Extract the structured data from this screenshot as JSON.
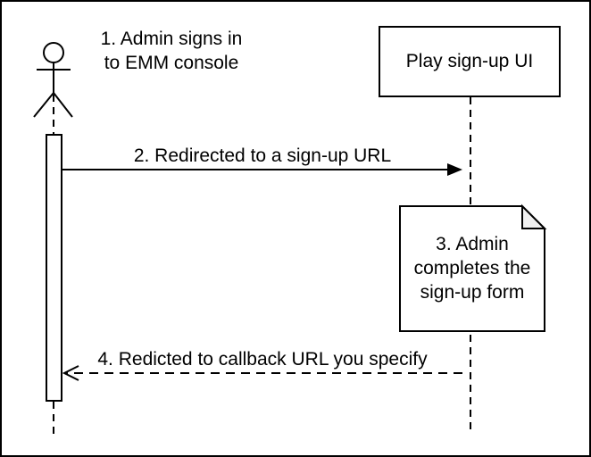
{
  "diagram_type": "uml-sequence",
  "colors": {
    "stroke": "#000000",
    "background": "#ffffff",
    "text": "#000000",
    "note_fold": "#f0f0f0",
    "shape_fill": "#ffffff"
  },
  "actor": {
    "label": "1. Admin signs in\nto EMM console"
  },
  "participant": {
    "label": "Play sign-up UI"
  },
  "messages": [
    {
      "label": "2. Redirected to a sign-up URL",
      "style": "solid",
      "arrowhead": "filled",
      "from": "actor",
      "to": "participant"
    },
    {
      "label": "4. Redicted to callback URL you specify",
      "style": "dashed",
      "arrowhead": "open",
      "from": "participant",
      "to": "actor"
    }
  ],
  "note": {
    "label": "3. Admin\ncompletes the\nsign-up form"
  }
}
